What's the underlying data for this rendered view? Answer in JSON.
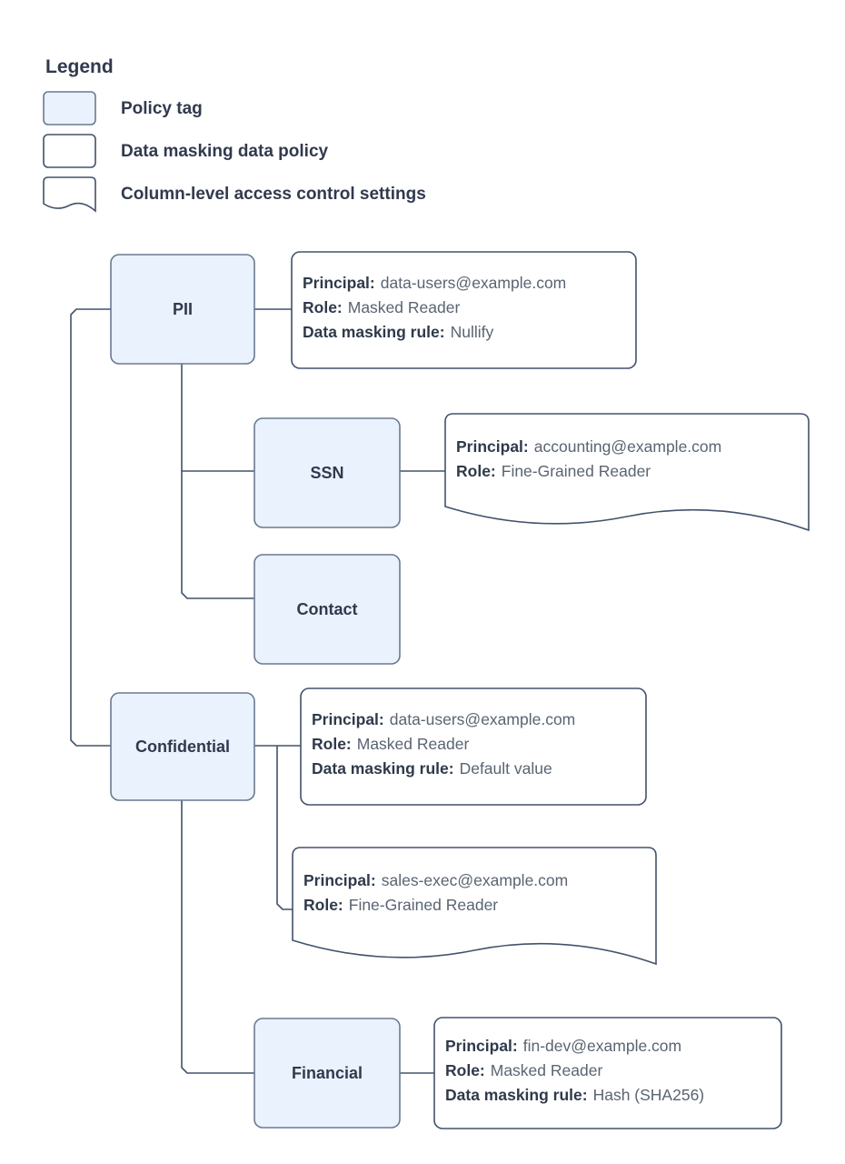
{
  "legend": {
    "title": "Legend",
    "items": [
      {
        "key": "policy-tag",
        "label": "Policy tag",
        "shape": "rounded-filled"
      },
      {
        "key": "data-masking-data-policy",
        "label": "Data masking data policy",
        "shape": "rounded-plain"
      },
      {
        "key": "column-level-access-control-settings",
        "label": "Column-level access control settings",
        "shape": "wavy-bottom"
      }
    ]
  },
  "colors": {
    "policy_tag_fill": "#eaf2fd",
    "policy_tag_stroke": "#6a7a91",
    "box_stroke": "#42526b",
    "text": "#31394d",
    "value_text": "#5a6472",
    "canvas": "#ffffff"
  },
  "labels": {
    "principal": "Principal:",
    "role": "Role:",
    "data_masking_rule": "Data masking rule:"
  },
  "tags": {
    "pii": "PII",
    "ssn": "SSN",
    "contact": "Contact",
    "confidential": "Confidential",
    "financial": "Financial"
  },
  "details": {
    "pii_policy": {
      "principal": "data-users@example.com",
      "role": "Masked Reader",
      "data_masking_rule": "Nullify"
    },
    "ssn_access": {
      "principal": "accounting@example.com",
      "role": "Fine-Grained Reader"
    },
    "confidential_policy": {
      "principal": "data-users@example.com",
      "role": "Masked Reader",
      "data_masking_rule": "Default value"
    },
    "confidential_access": {
      "principal": "sales-exec@example.com",
      "role": "Fine-Grained Reader"
    },
    "financial_policy": {
      "principal": "fin-dev@example.com",
      "role": "Masked Reader",
      "data_masking_rule": "Hash (SHA256)"
    }
  }
}
